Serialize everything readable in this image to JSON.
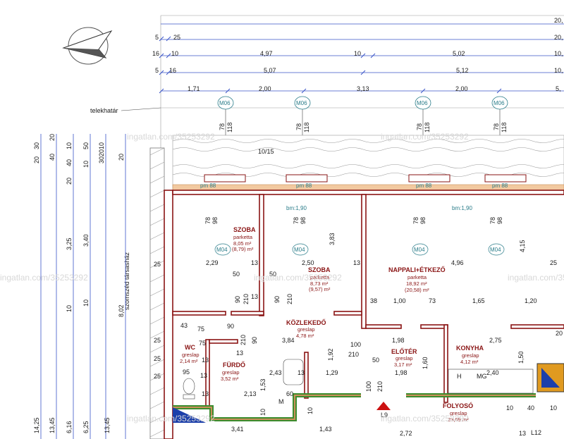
{
  "top_dims": {
    "row0": [
      "20,"
    ],
    "row1": [
      "5",
      "25",
      "20,"
    ],
    "row2": [
      "16",
      "10",
      "4,97",
      "10",
      "5,02",
      "10,"
    ],
    "row3": [
      "5",
      "16",
      "5,07",
      "5,12",
      "10,"
    ],
    "row4": [
      "1,71",
      "2,00",
      "3,13",
      "2,00",
      "5,"
    ]
  },
  "windows_top": [
    "M06",
    "M06",
    "M06",
    "M06"
  ],
  "window_dims_top": [
    "78",
    "118"
  ],
  "window_dims_sill": [
    "78",
    "98"
  ],
  "window_labels_mid": [
    "M04",
    "M04",
    "M04",
    "M04"
  ],
  "pm_labels": [
    "pm 88",
    "pm 88",
    "pm 88",
    "pm 88"
  ],
  "bm_labels": [
    "bm:1,90",
    "bm:1,90"
  ],
  "labels": {
    "boundary": "telekhatár",
    "neighbor": "szomszéd társasház",
    "roof_slope": "10/15",
    "section1": "L9",
    "section2": "L12",
    "m_mark": "M",
    "h_mark": "H",
    "mg_mark": "MG"
  },
  "left_dims": {
    "col_a": [
      "30",
      "20",
      "14,25"
    ],
    "col_b": [
      "40",
      "20",
      "13,45"
    ],
    "col_c": [
      "10",
      "40",
      "20",
      "3,25",
      "10",
      "6,16"
    ],
    "col_d": [
      "50",
      "10",
      "3,40",
      "10",
      "6,25"
    ],
    "col_e": [
      "10",
      "30",
      "20",
      "13,45"
    ],
    "col_f": [
      "20",
      "8,02"
    ]
  },
  "interior_dims": [
    "25",
    "2,29",
    "50",
    "13",
    "50",
    "2,50",
    "3,83",
    "13",
    "4,96",
    "4,15",
    "25",
    "90",
    "210",
    "13",
    "90",
    "210",
    "38",
    "1,00",
    "73",
    "1,65",
    "1,20",
    "20",
    "43",
    "75",
    "90",
    "25",
    "75",
    "210",
    "90",
    "3,84",
    "100",
    "1,98",
    "2,75",
    "25",
    "13",
    "13",
    "2,43",
    "1,92",
    "210",
    "50",
    "1,60",
    "1,50",
    "25",
    "95",
    "13",
    "1,53",
    "1,29",
    "13",
    "100",
    "210",
    "1,98",
    "2,40",
    "13",
    "2,13",
    "60",
    "10",
    "10",
    "10",
    "40",
    "10",
    "3,41",
    "1,43",
    "2,72",
    "13"
  ],
  "rooms": [
    {
      "name": "SZOBA",
      "floor": "parketta",
      "area": "8,05 m²",
      "area2": "(8,79) m²"
    },
    {
      "name": "SZOBA",
      "floor": "parketta",
      "area": "8,73 m²",
      "area2": "(9,57) m²"
    },
    {
      "name": "NAPPALI+ÉTKEZŐ",
      "floor": "parketta",
      "area": "18,92 m²",
      "area2": "(20,58) m²"
    },
    {
      "name": "KÖZLEKEDŐ",
      "floor": "greslap",
      "area": "4,78 m²"
    },
    {
      "name": "WC",
      "floor": "greslap",
      "area": "2,14 m²"
    },
    {
      "name": "FÜRDŐ",
      "floor": "greslap",
      "area": "3,52 m²"
    },
    {
      "name": "ELŐTÉR",
      "floor": "greslap",
      "area": "3,17 m²"
    },
    {
      "name": "KONYHA",
      "floor": "greslap",
      "area": "4,12 m²"
    },
    {
      "name": "FOLYOSÓ",
      "floor": "greslap",
      "area": "23,09 m²"
    }
  ],
  "watermark": "ingatlan.com/35253292",
  "colors": {
    "wall": "#8a1414",
    "dimension": "#3a55c8",
    "window": "#2b7d8a",
    "corridor_wall": "#3c8c2e",
    "roof_tile": "#f2c9a0"
  }
}
